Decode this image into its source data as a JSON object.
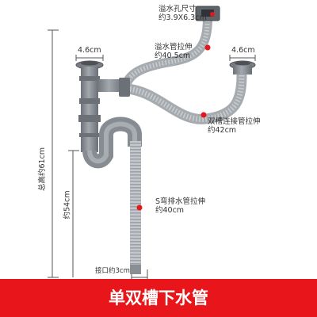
{
  "labels": {
    "overflow_hole_size": [
      "溢水孔尺寸",
      "约3.9X6.3cm"
    ],
    "overflow_pipe": [
      "溢水管拉伸",
      "约40.5cm"
    ],
    "left_strainer_diameter": "4.6cm",
    "right_strainer_diameter": "4.6cm",
    "double_sink_connector": [
      "双槽连接管拉伸",
      "约42cm"
    ],
    "s_trap_pipe": [
      "S弯排水管拉伸",
      "约40cm"
    ],
    "total_height": "总高约61cm",
    "trap_height": "约54cm",
    "outlet_diameter": "接口约3cm"
  },
  "banner": {
    "title": "单双槽下水管"
  },
  "colors": {
    "pipe_gray": "#8a8f96",
    "hose_gray": "#b9bdc2",
    "marker_red": "#e8161a",
    "banner_red": "#e8161a",
    "dimension_line": "#555555"
  }
}
